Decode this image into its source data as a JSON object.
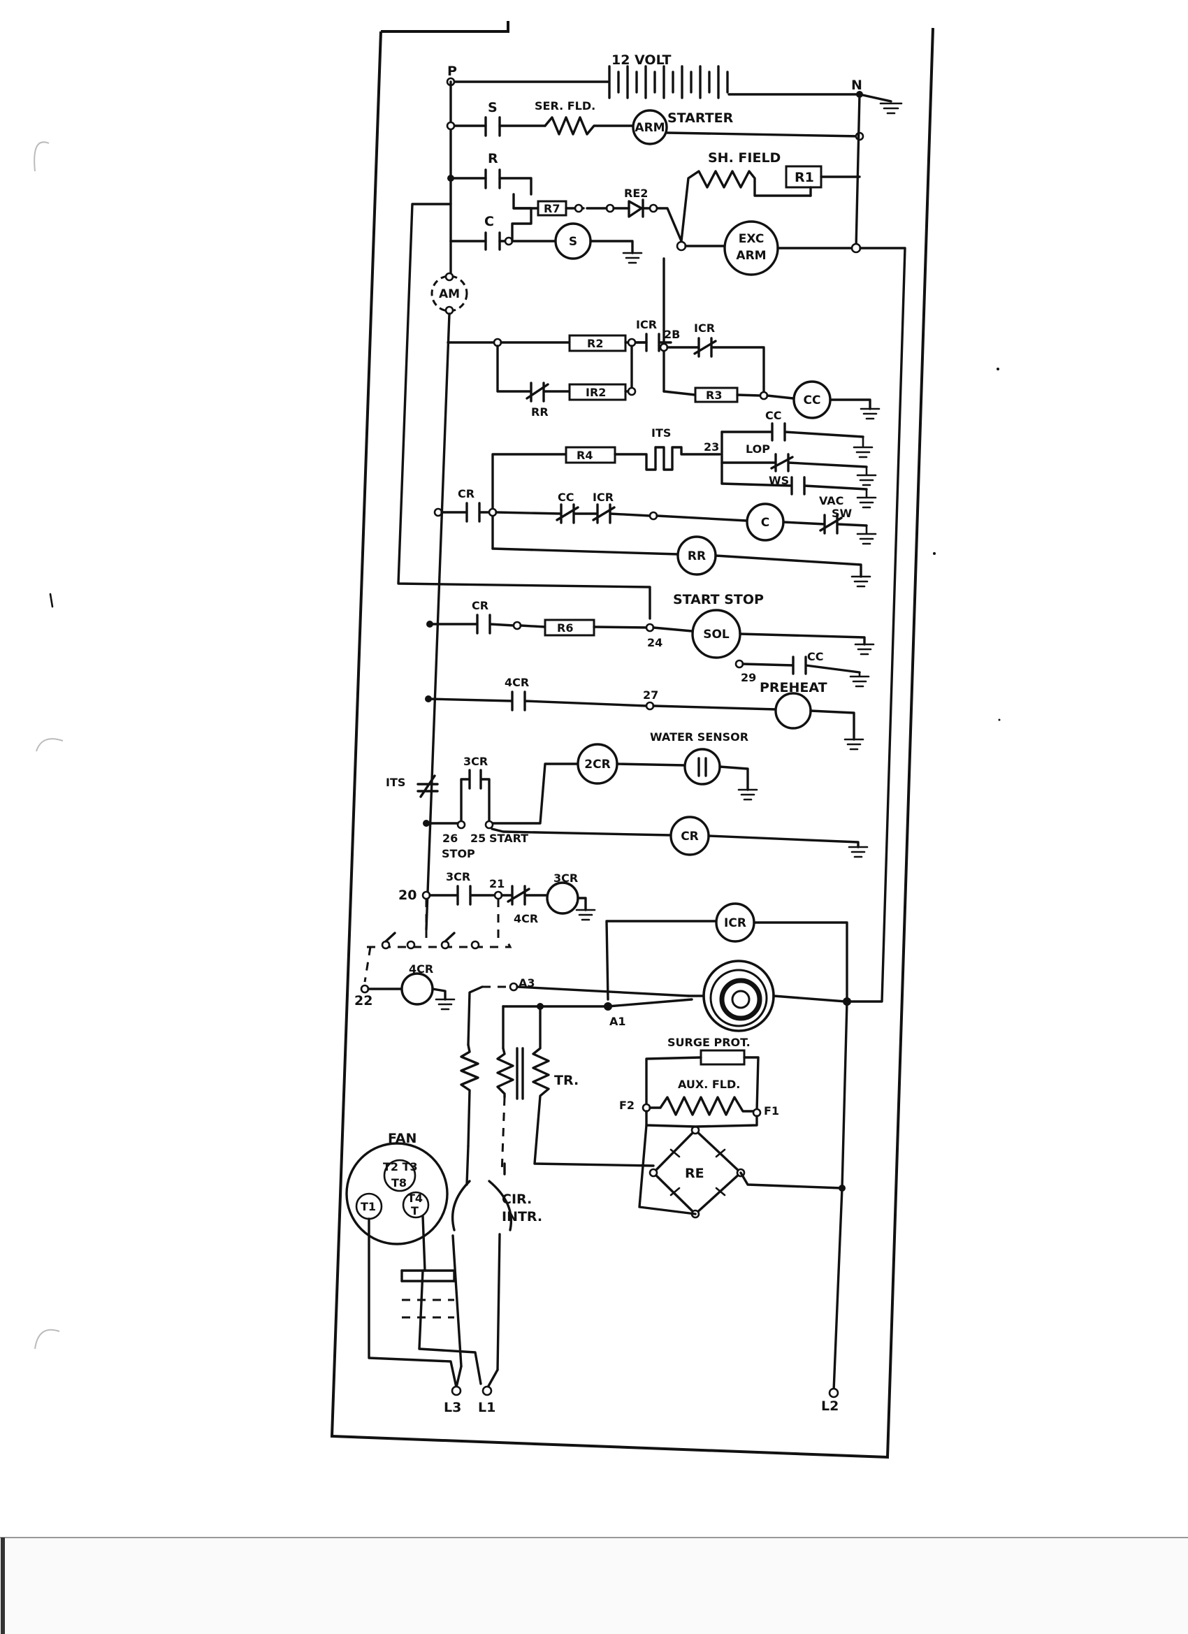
{
  "labels": {
    "battery": "12 VOLT",
    "node_p": "P",
    "node_n": "N",
    "s_contact": "S",
    "ser_fld": "SER. FLD.",
    "starter": "STARTER",
    "arm": "ARM",
    "r_contact": "R",
    "sh_field": "SH. FIELD",
    "r1": "R1",
    "r7": "R7",
    "re2": "RE2",
    "c_contact": "C",
    "s_coil": "S",
    "exc": "EXC",
    "exc_arm": "ARM",
    "am": "AM",
    "r2": "R2",
    "icr_a": "ICR",
    "n2b": "2B",
    "icr_b": "ICR",
    "r3": "R3",
    "cc_coil": "CC",
    "rr_contact": "RR",
    "ir2": "IR2",
    "its_top": "ITS",
    "cc_top": "CC",
    "r4": "R4",
    "n23": "23",
    "lop": "LOP",
    "ws": "WS",
    "cr_a": "CR",
    "cc_mid": "CC",
    "icr_mid": "ICR",
    "c_coil": "C",
    "vac": "VAC",
    "sw": "SW",
    "rr_coil": "RR",
    "cr_b": "CR",
    "r6": "R6",
    "n24": "24",
    "start_stop": "START STOP",
    "sol": "SOL",
    "n29": "29",
    "cc_pre": "CC",
    "cr4_a": "4CR",
    "n27": "27",
    "preheat": "PREHEAT",
    "water_sensor": "WATER SENSOR",
    "its_left": "ITS",
    "cr3_a": "3CR",
    "cr2": "2CR",
    "n26": "26",
    "n25": "25",
    "start": "START",
    "cr_coil": "CR",
    "stop": "STOP",
    "cr3_b": "3CR",
    "n21": "21",
    "cr3_c": "3CR",
    "n20": "20",
    "cr4_b": "4CR",
    "icr_coil": "ICR",
    "cr4_c": "4CR",
    "n22": "22",
    "a3": "A3",
    "a1": "A1",
    "surge": "SURGE PROT.",
    "aux_fld": "AUX. FLD.",
    "f2": "F2",
    "f1": "F1",
    "tr": "TR.",
    "re": "RE",
    "fan": "FAN",
    "t2t3": "T2 T3",
    "t8": "T8",
    "t1": "T1",
    "t4": "T4",
    "t": "T",
    "cir": "CIR.",
    "intr": "INTR.",
    "l3": "L3",
    "l1": "L1",
    "l2": "L2"
  }
}
